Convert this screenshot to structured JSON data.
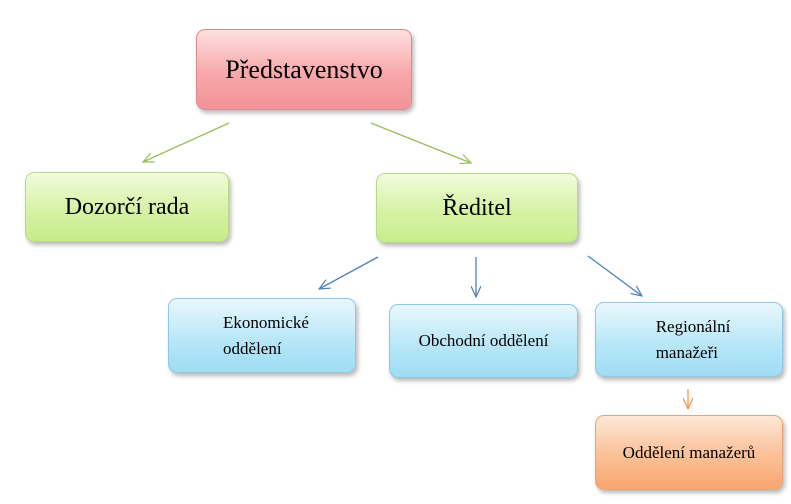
{
  "diagram": {
    "nodes": {
      "board": "Představenstvo",
      "supervisory_board": "Dozorčí rada",
      "director": "Ředitel",
      "economic_dept": [
        "Ekonomické",
        "oddělení"
      ],
      "sales_dept": "Obchodní oddělení",
      "regional_managers": [
        "Regionální",
        "manažeři"
      ],
      "managers_dept": "Oddělení manažerů"
    },
    "colors": {
      "level_1": "#f8a8ab",
      "level_2": "#d6f2a5",
      "level_3": "#b9e7f8",
      "level_4": "#fbc096",
      "arrow_green": "#9bbb59",
      "arrow_blue": "#4f81bd",
      "arrow_orange": "#f79646"
    },
    "edges": [
      {
        "from": "board",
        "to": "supervisory_board"
      },
      {
        "from": "board",
        "to": "director"
      },
      {
        "from": "director",
        "to": "economic_dept"
      },
      {
        "from": "director",
        "to": "sales_dept"
      },
      {
        "from": "director",
        "to": "regional_managers"
      },
      {
        "from": "regional_managers",
        "to": "managers_dept"
      }
    ]
  }
}
